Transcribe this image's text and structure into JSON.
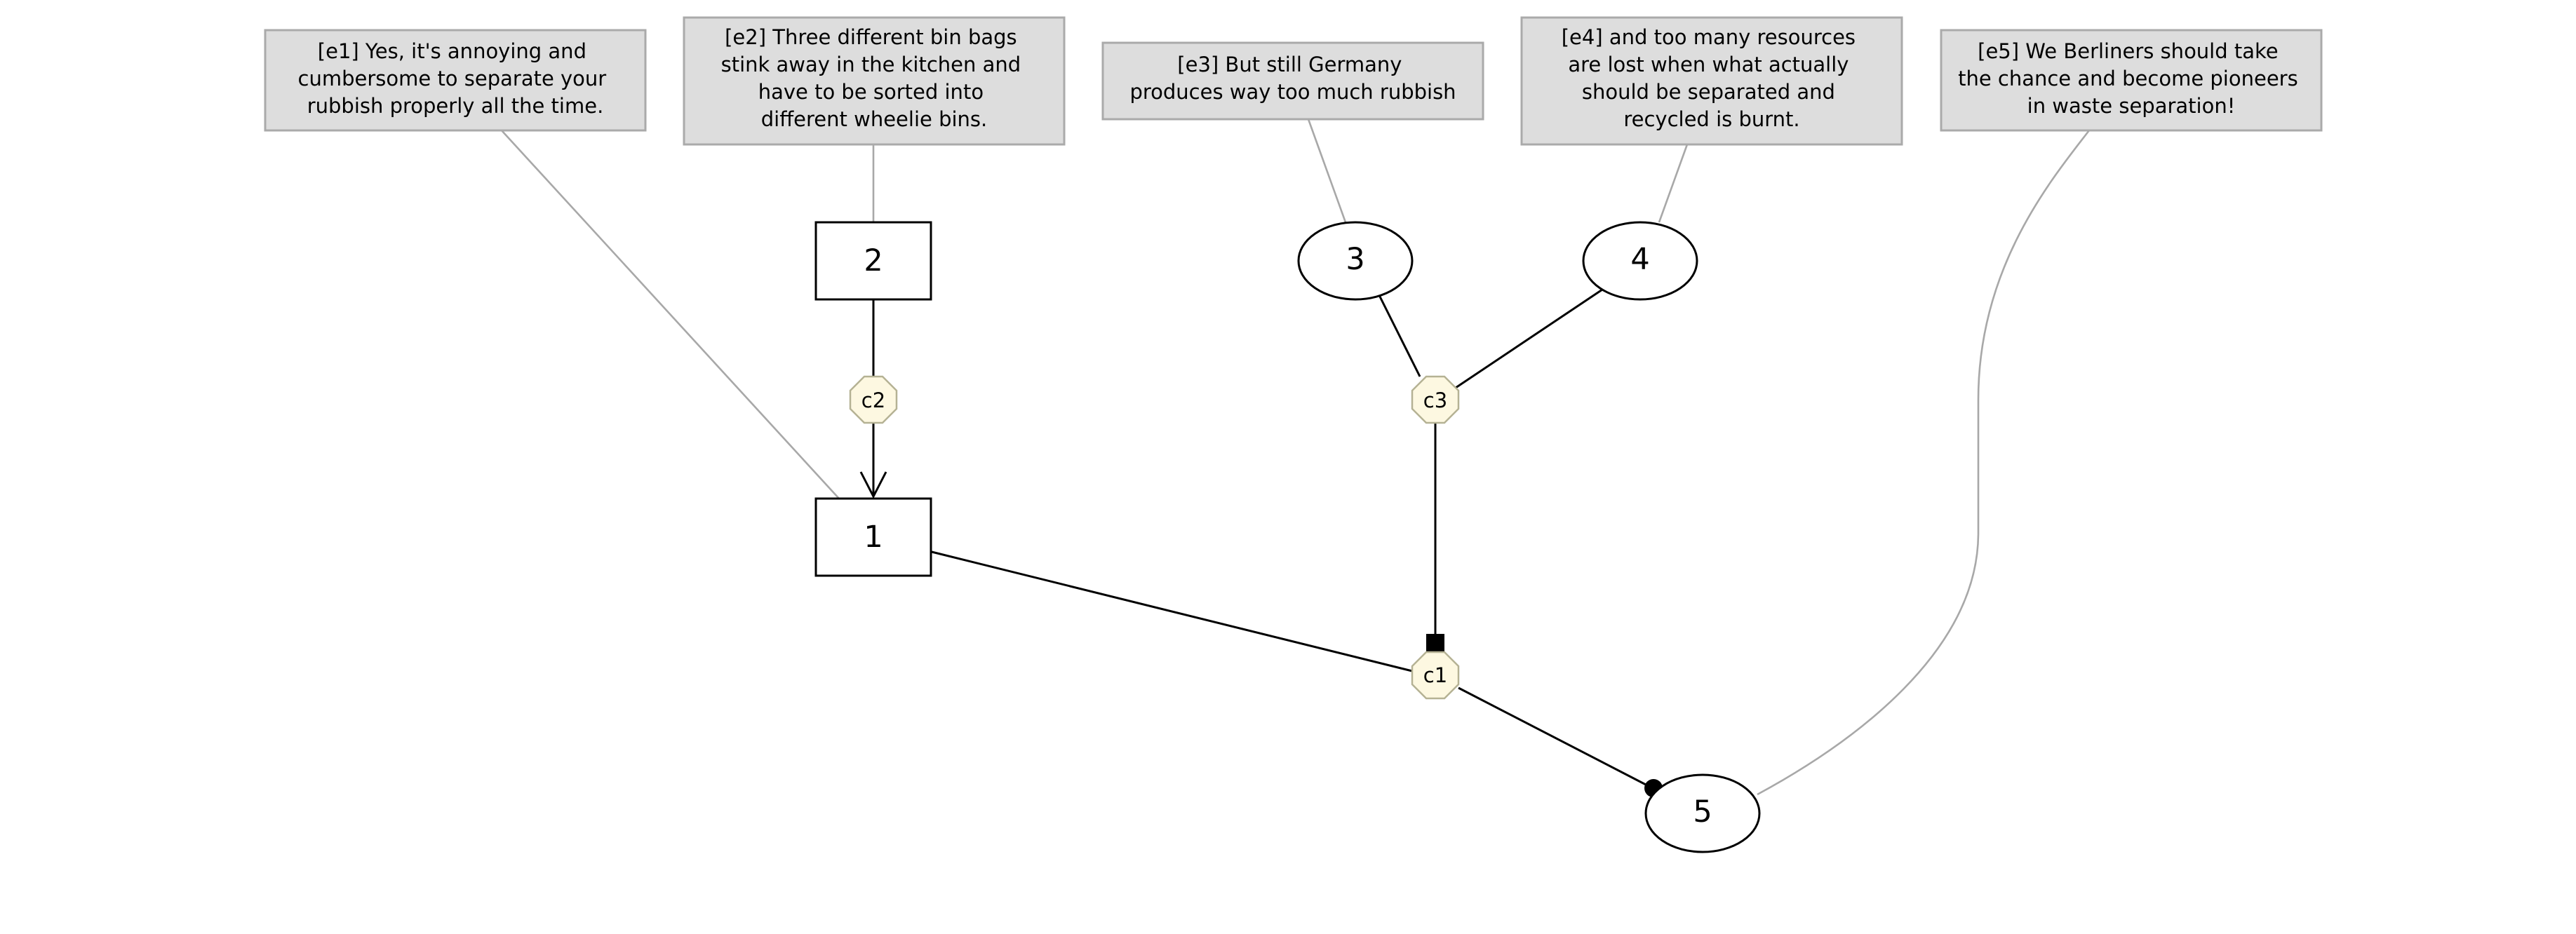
{
  "notes": [
    {
      "id": "e1",
      "lines": [
        "[e1] Yes, it's annoying and",
        "cumbersome to separate your",
        "rubbish properly all the time."
      ]
    },
    {
      "id": "e2",
      "lines": [
        "[e2] Three different bin bags",
        "stink away in the kitchen and",
        "have to be sorted into",
        "different wheelie bins."
      ]
    },
    {
      "id": "e3",
      "lines": [
        "[e3] But still Germany",
        "produces way too much rubbish"
      ]
    },
    {
      "id": "e4",
      "lines": [
        "[e4] and too many resources",
        "are lost when what actually",
        "should be separated and",
        "recycled is burnt."
      ]
    },
    {
      "id": "e5",
      "lines": [
        "[e5] We Berliners should take",
        "the chance and become pioneers",
        "in waste separation!"
      ]
    }
  ],
  "nodes": [
    {
      "id": "1",
      "label": "1",
      "shape": "box"
    },
    {
      "id": "2",
      "label": "2",
      "shape": "box"
    },
    {
      "id": "3",
      "label": "3",
      "shape": "ellipse"
    },
    {
      "id": "4",
      "label": "4",
      "shape": "ellipse"
    },
    {
      "id": "5",
      "label": "5",
      "shape": "ellipse"
    }
  ],
  "connectors": [
    {
      "id": "c1",
      "label": "c1"
    },
    {
      "id": "c2",
      "label": "c2"
    },
    {
      "id": "c3",
      "label": "c3"
    }
  ],
  "edges": [
    {
      "from": "2",
      "to": "c2",
      "head": "none"
    },
    {
      "from": "c2",
      "to": "1",
      "head": "arrow"
    },
    {
      "from": "3",
      "to": "c3",
      "head": "none"
    },
    {
      "from": "4",
      "to": "c3",
      "head": "none"
    },
    {
      "from": "c3",
      "to": "c1",
      "head": "square"
    },
    {
      "from": "1",
      "to": "c1",
      "head": "none"
    },
    {
      "from": "c1",
      "to": "5",
      "head": "dot"
    }
  ],
  "annotations": [
    {
      "note": "e1",
      "node": "1"
    },
    {
      "note": "e2",
      "node": "2"
    },
    {
      "note": "e3",
      "node": "3"
    },
    {
      "note": "e4",
      "node": "4"
    },
    {
      "note": "e5",
      "node": "5"
    }
  ]
}
